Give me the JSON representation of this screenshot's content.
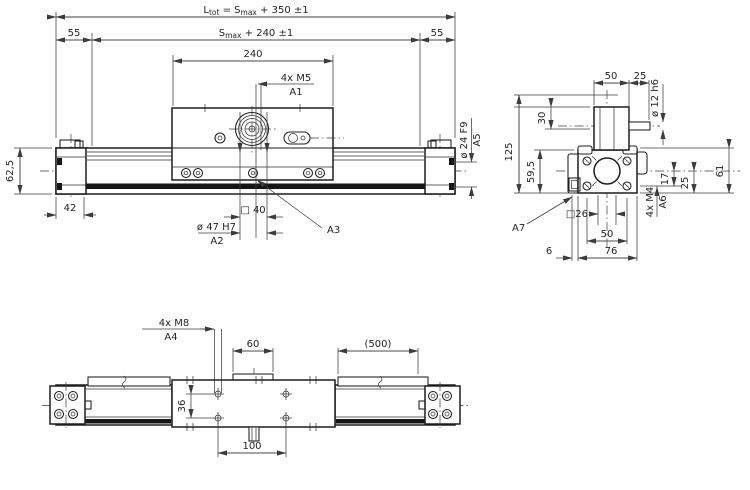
{
  "front_view": {
    "total_length": {
      "p1": "L",
      "s1": "tot",
      "p2": " = S",
      "s2": "max",
      "p3": " + 350 ±1"
    },
    "stroke_length": {
      "p1": "S",
      "s1": "max",
      "p2": " + 240 ±1"
    },
    "end_offset_left": "55",
    "end_offset_right": "55",
    "carriage_length": "240",
    "mount_holes": "4x M5",
    "mount_holes_ref": "A1",
    "height": "62,5",
    "cap_width": "42",
    "hole_square": "□ 40",
    "center_bore": "ø 47 H7",
    "center_bore_ref": "A2",
    "belt_clamp_ref": "A3",
    "end_bore": "ø 24 F9",
    "end_bore_ref": "A5"
  },
  "side_view": {
    "head_width": "50",
    "shaft_length": "25",
    "shaft_dia": "ø 12 h6",
    "head_offset": "30",
    "total_height": "125",
    "body_height": "59,5",
    "height_61": "61",
    "height_25": "25",
    "height_17": "17",
    "mount_holes": "4x M4",
    "mount_holes_ref": "A6",
    "clamp_ref": "A7",
    "inner_square": "□26",
    "hole_spacing": "50",
    "foot_offset": "6",
    "body_width": "76"
  },
  "bottom_view": {
    "mount_holes": "4x M8",
    "mount_holes_ref": "A4",
    "tab_length": "60",
    "rail_ref_length": "(500)",
    "hole_rows_spacing": "36",
    "hole_cols_spacing": "100"
  }
}
